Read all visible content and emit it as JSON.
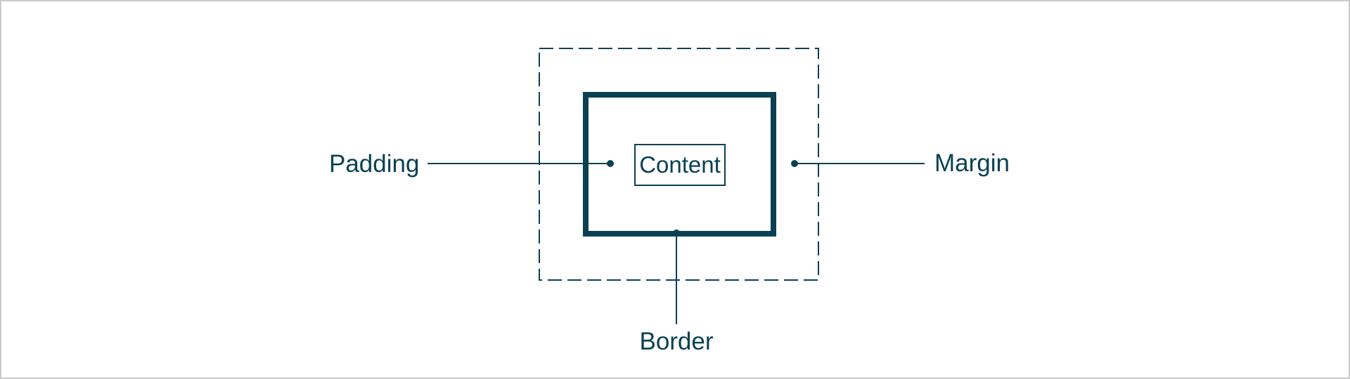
{
  "canvas": {
    "background": "#ffffff",
    "frame_border_color": "#cacaca"
  },
  "colors": {
    "accent": "#0a4152"
  },
  "diagram": {
    "title": "css-box-model",
    "content_label": "Content",
    "padding_label": "Padding",
    "margin_label": "Margin",
    "border_label": "Border"
  }
}
